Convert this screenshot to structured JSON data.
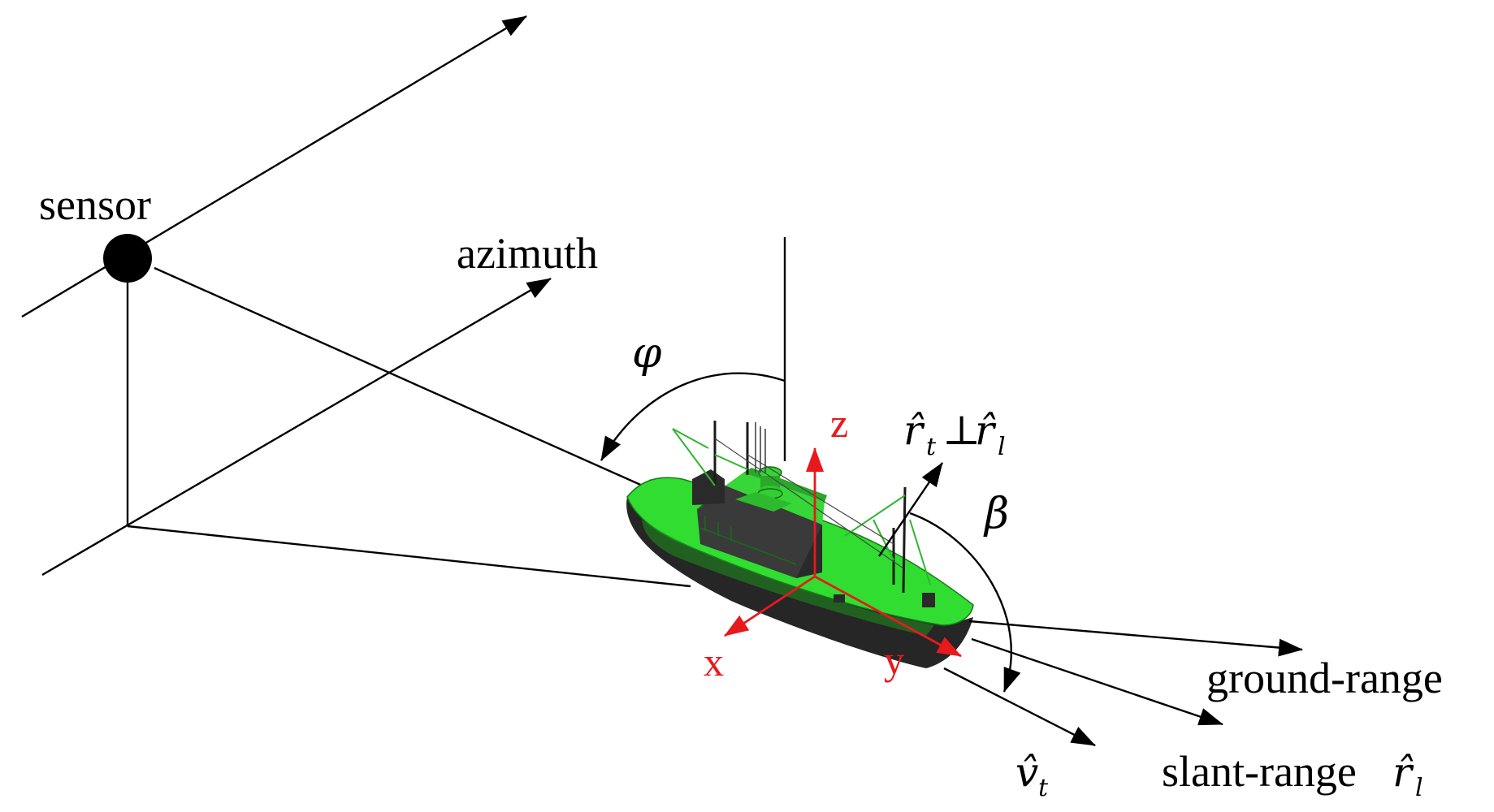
{
  "labels": {
    "sensor": "sensor",
    "azimuth": "azimuth",
    "ground_range": "ground-range",
    "slant_range": "slant-range",
    "phi": "φ",
    "beta": "β",
    "r_hat": "r̂",
    "v_hat": "v̂",
    "sub_t": "t",
    "sub_l": "l",
    "perp": "⊥",
    "axis_x": "x",
    "axis_y": "y",
    "axis_z": "z"
  },
  "colors": {
    "ink": "#000000",
    "axes_red": "#e8191d",
    "ship_green": "#2fdc2f",
    "ship_dark": "#3a3a3a",
    "ship_shadow": "#1e1e1e"
  }
}
